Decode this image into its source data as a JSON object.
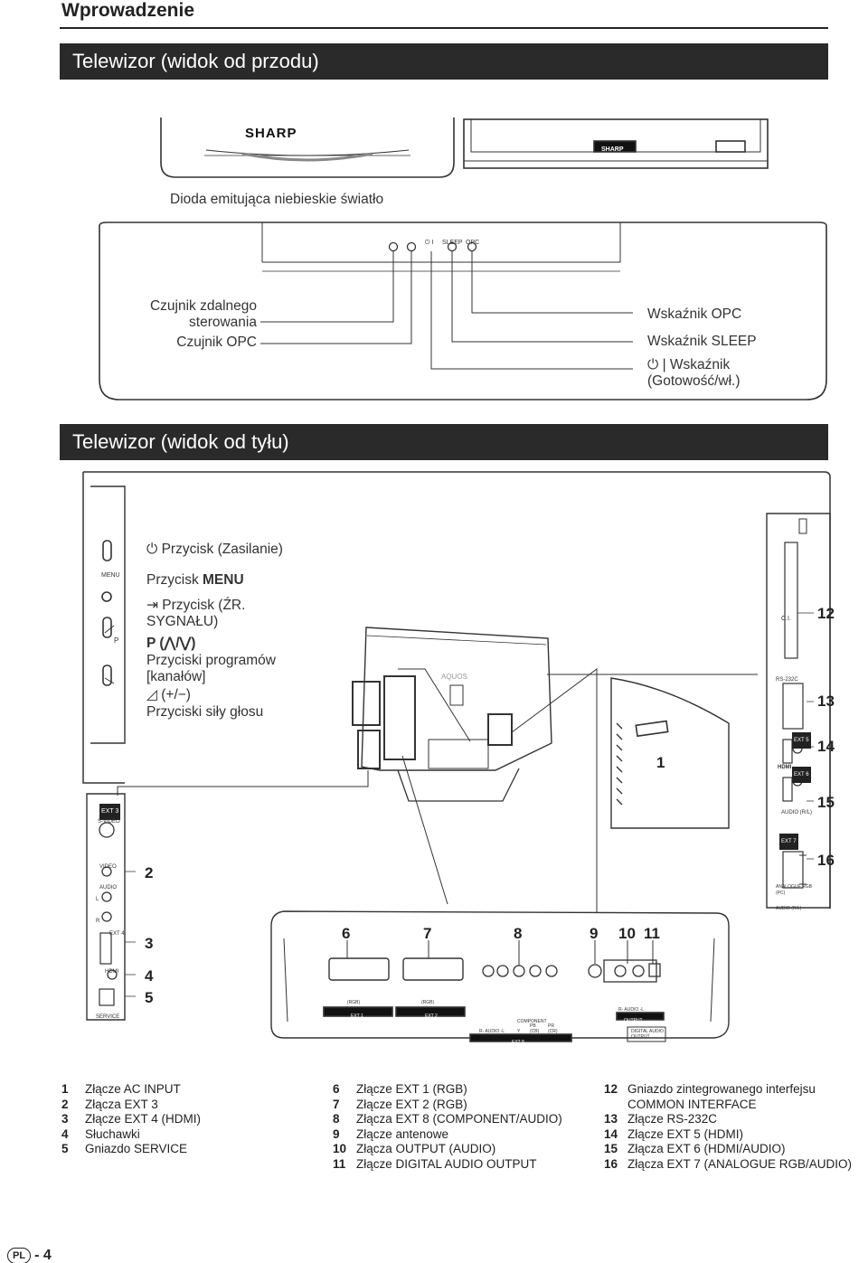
{
  "header": {
    "title": "Wprowadzenie"
  },
  "sections": {
    "front": "Telewizor (widok od przodu)",
    "back": "Telewizor (widok od tyłu)"
  },
  "front": {
    "logo": "SHARP",
    "logo_small": "SHARP",
    "panel_indicators": [
      "⏻ I",
      "SLEEP",
      "OPC"
    ],
    "led_label": "Dioda emitująca niebieskie światło",
    "remote_sensor": "Czujnik zdalnego sterowania",
    "opc_sensor": "Czujnik OPC",
    "opc_indicator": "Wskaźnik OPC",
    "sleep_indicator": "Wskaźnik SLEEP",
    "power_indicator": "⏻ | Wskaźnik (Gotowość/wł.)"
  },
  "back": {
    "side_top": {
      "power_button": "⏻ Przycisk (Zasilanie)",
      "menu_prefix": "Przycisk ",
      "menu_bold": "MENU",
      "input_button": "⇥ Przycisk (ŹR. SYGNAŁU)",
      "p_label": "P (⋀/⋁)",
      "channel_buttons": "Przyciski programów [kanałów]",
      "volume_label": "◿ (+/−)",
      "volume_buttons": "Przyciski siły głosu",
      "menu_tiny": "MENU",
      "p_tiny": "P"
    },
    "tv_brand": "AQUOS",
    "side_panel": {
      "ext3": "EXT 3",
      "svideo": "S-VIDEO",
      "video": "VIDEO",
      "audio": "AUDIO",
      "l": "L",
      "r": "R",
      "ext4": "EXT 4",
      "hdmi": "HDMI",
      "service": "SERVICE"
    },
    "right_panel": {
      "ci": "C.I.",
      "rs232c": "RS-232C",
      "ext5": "EXT 5",
      "ext6": "EXT 6",
      "hdmi": "HDMI",
      "audio_rl": "AUDIO (R/L)",
      "ext7": "EXT 7",
      "analogue": "ANALOGUE RGB (PC)",
      "audio_rl2": "AUDIO (R/L)"
    },
    "bottom_panel": {
      "rgb1": "(RGB)",
      "ext1": "EXT 1",
      "rgb2": "(RGB)",
      "ext2": "EXT 2",
      "component": "COMPONENT",
      "r_audio_l": "R- AUDIO -L",
      "y": "Y",
      "pb": "PB (CB)",
      "pr": "PR (CR)",
      "ext8": "EXT 8",
      "r_audio_l2": "R- AUDIO -L",
      "output": "OUTPUT",
      "digital": "DIGITAL AUDIO OUTPUT"
    },
    "callouts": {
      "n1": "1",
      "n2": "2",
      "n3": "3",
      "n4": "4",
      "n5": "5",
      "n6": "6",
      "n7": "7",
      "n8": "8",
      "n9": "9",
      "n10": "10",
      "n11": "11",
      "n12": "12",
      "n13": "13",
      "n14": "14",
      "n15": "15",
      "n16": "16"
    }
  },
  "legend": {
    "col1": [
      {
        "n": "1",
        "t": "Złącze AC INPUT"
      },
      {
        "n": "2",
        "t": "Złącza EXT 3"
      },
      {
        "n": "3",
        "t": "Złącze EXT 4 (HDMI)"
      },
      {
        "n": "4",
        "t": "Słuchawki"
      },
      {
        "n": "5",
        "t": "Gniazdo SERVICE"
      }
    ],
    "col2": [
      {
        "n": "6",
        "t": "Złącze EXT 1 (RGB)"
      },
      {
        "n": "7",
        "t": "Złącze EXT 2 (RGB)"
      },
      {
        "n": "8",
        "t": "Złącza EXT 8 (COMPONENT/AUDIO)"
      },
      {
        "n": "9",
        "t": "Złącze antenowe"
      },
      {
        "n": "10",
        "t": "Złącza OUTPUT (AUDIO)"
      },
      {
        "n": "11",
        "t": "Złącze DIGITAL AUDIO OUTPUT"
      }
    ],
    "col3": [
      {
        "n": "12",
        "t": "Gniazdo zintegrowanego interfejsu"
      },
      {
        "n": "",
        "t": "COMMON INTERFACE"
      },
      {
        "n": "13",
        "t": "Złącze RS-232C"
      },
      {
        "n": "14",
        "t": "Złącze EXT 5 (HDMI)"
      },
      {
        "n": "15",
        "t": "Złącza EXT 6 (HDMI/AUDIO)"
      },
      {
        "n": "16",
        "t": "Złącza EXT 7 (ANALOGUE RGB/AUDIO)"
      }
    ]
  },
  "footer": {
    "lang": "PL",
    "page": "- 4"
  }
}
